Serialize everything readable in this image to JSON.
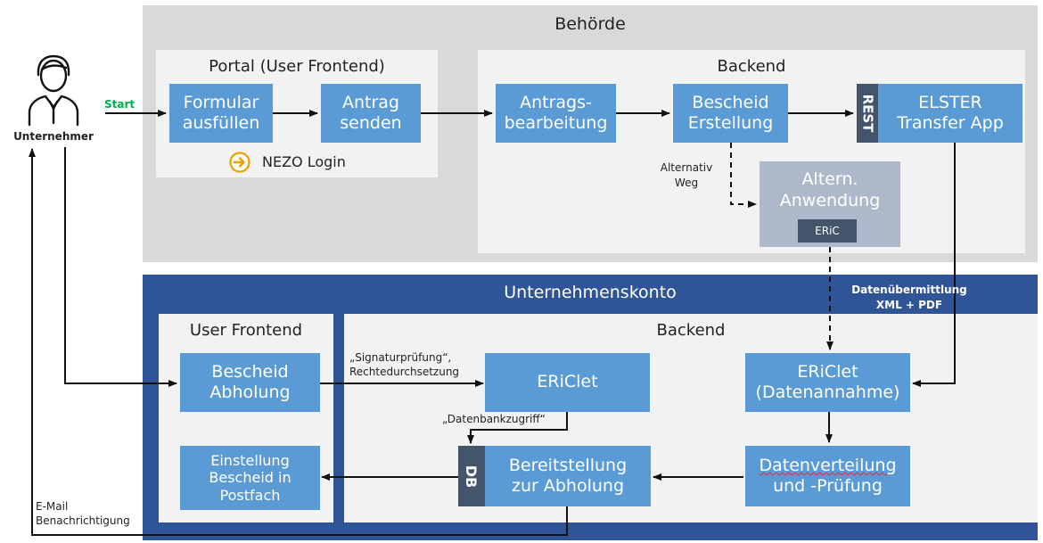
{
  "colors": {
    "box_blue": "#5b9bd5",
    "zone_gray": "#d9d9d9",
    "panel_light": "#f2f2f2",
    "zone_navy": "#2f5597",
    "label_dark": "#44546a",
    "alt_box": "#adb9ca",
    "start_green": "#00b050",
    "login_orange": "#e8a200"
  },
  "actor": {
    "label": "Unternehmer",
    "icon": "person-icon"
  },
  "start_label": "Start",
  "behoerde": {
    "title": "Behörde",
    "portal": {
      "title": "Portal (User Frontend)",
      "form_box": "Formular\nausfüllen",
      "send_box": "Antrag\nsenden",
      "login_icon": "arrow-circle-icon",
      "login_label": "NEZO Login"
    },
    "backend": {
      "title": "Backend",
      "processing_box": "Antrags-\nbearbeitung",
      "decision_box": "Bescheid\nErstellung",
      "rest_label": "REST",
      "elster_box": "ELSTER\nTransfer App",
      "alt_path_label": "Alternativ\nWeg",
      "alt_app_box": "Altern.\nAnwendung",
      "eric_label": "ERiC"
    }
  },
  "unternehmenskonto": {
    "title": "Unternehmenskonto",
    "transfer_label": "Datenübermittlung\nXML + PDF",
    "frontend": {
      "title": "User Frontend",
      "pickup_box": "Bescheid\nAbholung",
      "mailbox_box": "Einstellung\nBescheid in\nPostfach"
    },
    "backend": {
      "title": "Backend",
      "ericlet_box": "ERiClet",
      "ericlet_intake_box": "ERiClet\n(Datenannahme)",
      "distribution_box_line1": "Datenverteilung",
      "distribution_box_line2": "und -Prüfung",
      "db_label": "DB",
      "provision_box": "Bereitstellung\nzur Abholung",
      "signature_label": "„Signaturprüfung“,\nRechtedurchsetzung",
      "db_access_label": "„Datenbankzugriff“"
    }
  },
  "email_label": "E-Mail\nBenachrichtigung"
}
